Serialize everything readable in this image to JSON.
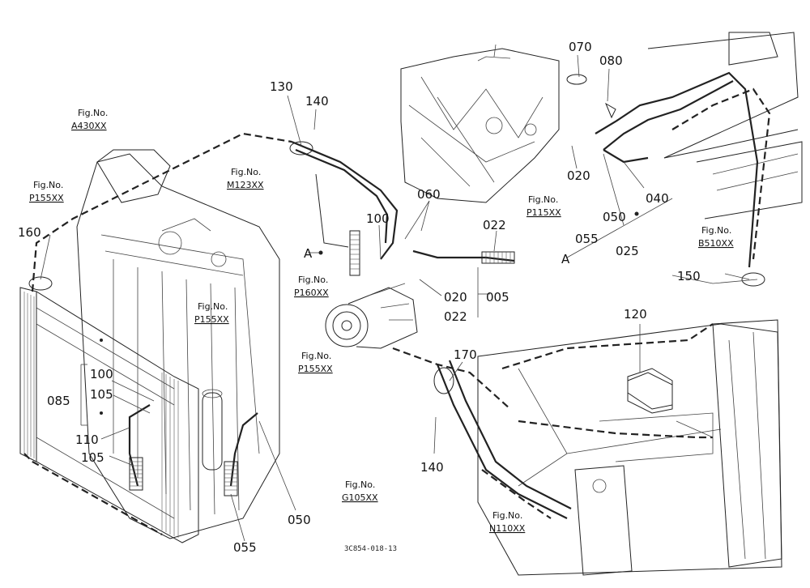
{
  "callouts": {
    "c130": "130",
    "c140a": "140",
    "c070": "070",
    "c080": "080",
    "c060": "060",
    "c100a": "100",
    "c022a": "022",
    "c020a": "020",
    "c020b": "020",
    "c022b": "022",
    "c005": "005",
    "c040": "040",
    "c050a": "050",
    "c025": "025",
    "c055a": "055",
    "c150": "150",
    "c120": "120",
    "c170": "170",
    "c140b": "140",
    "c160": "160",
    "c100b": "100",
    "c105a": "105",
    "c085": "085",
    "c110": "110",
    "c105b": "105",
    "c050b": "050",
    "c055b": "055"
  },
  "refs": {
    "a430": {
      "fig": "Fig.No.",
      "no": "A430XX"
    },
    "m123": {
      "fig": "Fig.No.",
      "no": "M123XX"
    },
    "p155a": {
      "fig": "Fig.No.",
      "no": "P155XX"
    },
    "p115": {
      "fig": "Fig.No.",
      "no": "P115XX"
    },
    "p160": {
      "fig": "Fig.No.",
      "no": "P160XX"
    },
    "b510": {
      "fig": "Fig.No.",
      "no": "B510XX"
    },
    "p155b": {
      "fig": "Fig.No.",
      "no": "P155XX"
    },
    "p155c": {
      "fig": "Fig.No.",
      "no": "P155XX"
    },
    "g105": {
      "fig": "Fig.No.",
      "no": "G105XX"
    },
    "n110": {
      "fig": "Fig.No.",
      "no": "N110XX"
    }
  },
  "markers": {
    "a1": "A",
    "a2": "A"
  },
  "drawing_code": "3C854-018-13"
}
